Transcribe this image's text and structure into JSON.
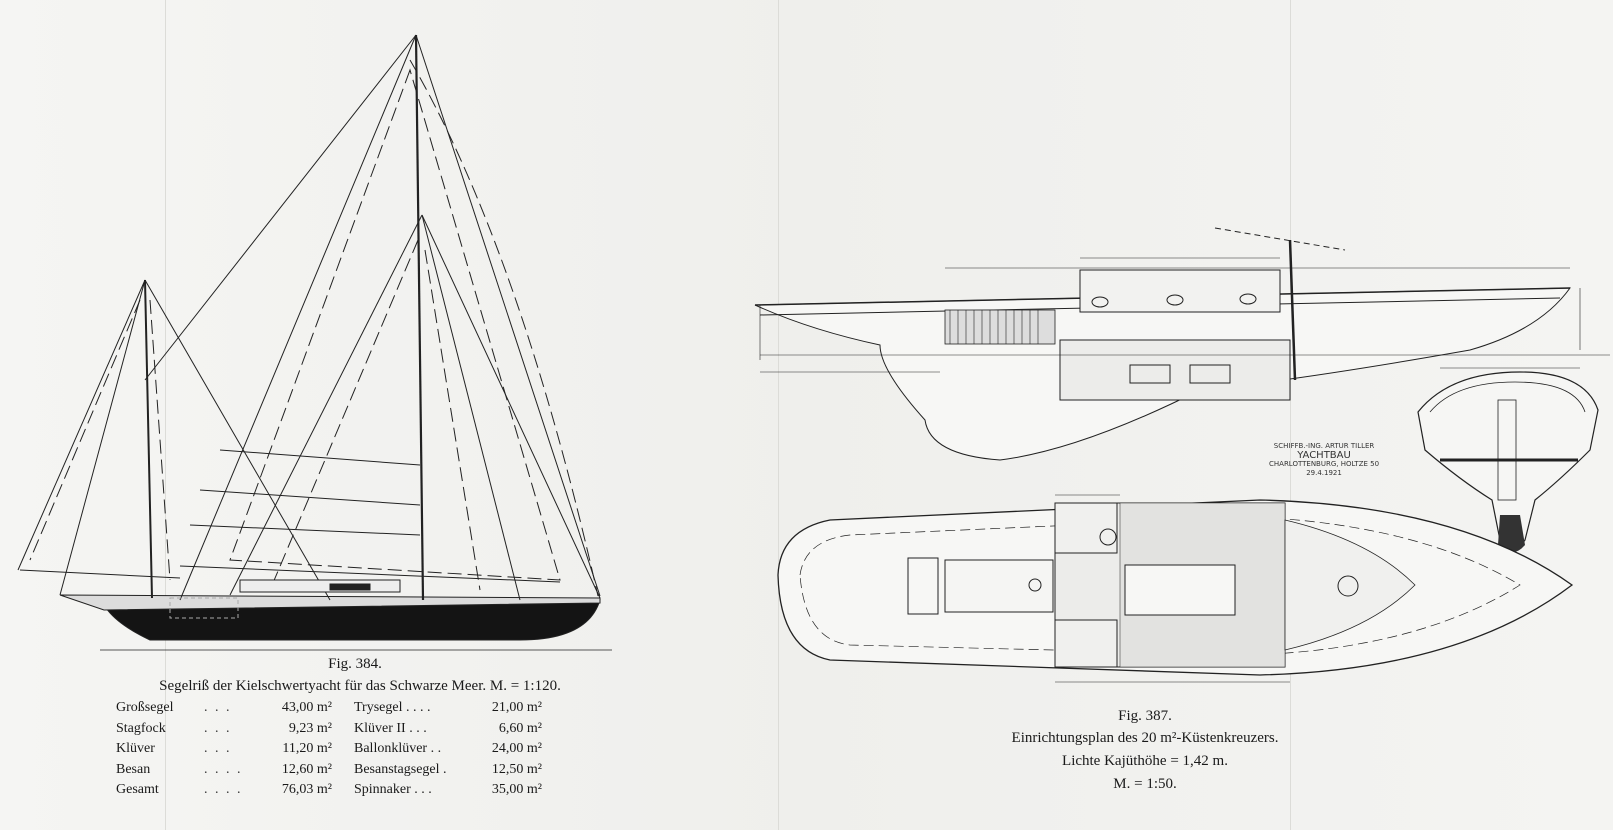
{
  "left_figure": {
    "fig_label": "Fig. 384.",
    "caption": "Segelriß der Kielschwertyacht für das Schwarze Meer. M. = 1:120.",
    "sail_table": [
      {
        "name": "Großsegel",
        "dots": ". . .",
        "value": "43,00 m²",
        "name2": "Trysegel",
        "dots2": ". . . .",
        "value2": "21,00 m²"
      },
      {
        "name": "Stagfock",
        "dots": ". . .",
        "value": "9,23 m²",
        "name2": "Klüver II",
        "dots2": ". . .",
        "value2": "6,60 m²"
      },
      {
        "name": "Klüver",
        "dots": ". . .",
        "value": "11,20 m²",
        "name2": "Ballonklüver",
        "dots2": ". .",
        "value2": "24,00 m²"
      },
      {
        "name": "Besan",
        "dots": ". . . .",
        "value": "12,60 m²",
        "name2": "Besanstagsegel",
        "dots2": ".",
        "value2": "12,50 m²"
      },
      {
        "name": "Gesamt",
        "dots": ". . . .",
        "value": "76,03 m²",
        "name2": "Spinnaker",
        "dots2": ". . .",
        "value2": "35,00 m²"
      }
    ]
  },
  "right_figure": {
    "fig_label": "Fig. 387.",
    "caption_line1": "Einrichtungsplan des 20 m²-Küstenkreuzers.",
    "caption_line2": "Lichte Kajüthöhe = 1,42 m.",
    "caption_line3": "M. = 1:50.",
    "stamp_line1": "SCHIFFB.-ING. ARTUR TILLER",
    "stamp_line2": "YACHTBAU",
    "stamp_line3": "CHARLOTTENBURG, HOLTZE 50",
    "stamp_line4": "29.4.1921"
  }
}
